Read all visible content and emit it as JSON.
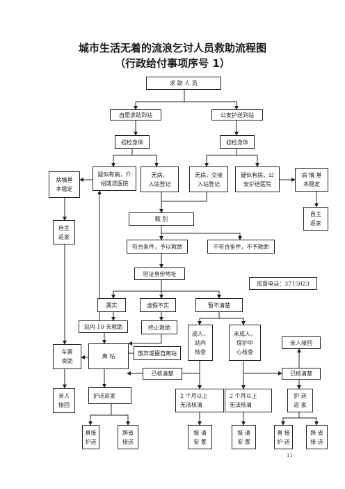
{
  "title": "城市生活无着的流浪乞讨人员救助流程图",
  "subtitle": "（行政给付事项序号 1）",
  "nodes": {
    "seeker": "求 助 人 员",
    "voluntary": "自愿求助到站",
    "police": "公安护送到站",
    "check_left": "初检身体",
    "check_right": "初检身体",
    "suspect_ill_left": "疑似有病，介\n绍或送医院",
    "no_ill_register": "无病，\n入站登记",
    "no_ill_handover": "无病，交接\n入站登记",
    "suspect_ill_right": "疑似有病，公\n安护送医院",
    "stable_left": "病情基\n本稳定",
    "stable_right": "病 情 基\n本稳定",
    "self_home_left": "自主\n返家",
    "self_home_right": "自主\n返家",
    "screen": "甄          别",
    "qualified": "符合条件，予以救助",
    "not_qualified": "不符合条件，不予救助",
    "verify_id": "验证身份地址",
    "true_info": "属实",
    "false_info": "虚假不实",
    "unclear": "暂不清楚",
    "stay_10_days": "站内 10 天救助",
    "end_aid": "终止救助",
    "adult_check": "成人，\n站内\n核查",
    "minor_check": "未成人，\n保护中\n心核查",
    "leave_station": "离    站",
    "give_up": "放弃或擅自离站",
    "ticket_aid": "车票\n资助",
    "relatives_pickup": "亲人\n接回",
    "verified_left": "已核清楚",
    "verified_right": "已核清楚",
    "relatives_pickup_right": "亲人接回",
    "escort_home": "护送返家",
    "two_months_left": "2  个月以上\n无法核清",
    "two_months_right": "2  个月以上\n无法核清",
    "escort_home_right": "护  送\n返  家",
    "direct_escort_1": "直接\n护送",
    "cross_province_1": "跨省\n接送",
    "report_placement_1": "报  请\n安  置",
    "report_placement_2": "报  请\n安  置",
    "direct_escort_2": "直 接\n护 送",
    "cross_province_2": "跨 省\n接 送"
  },
  "hotline": "监督电话：3715023",
  "page_number": "11"
}
